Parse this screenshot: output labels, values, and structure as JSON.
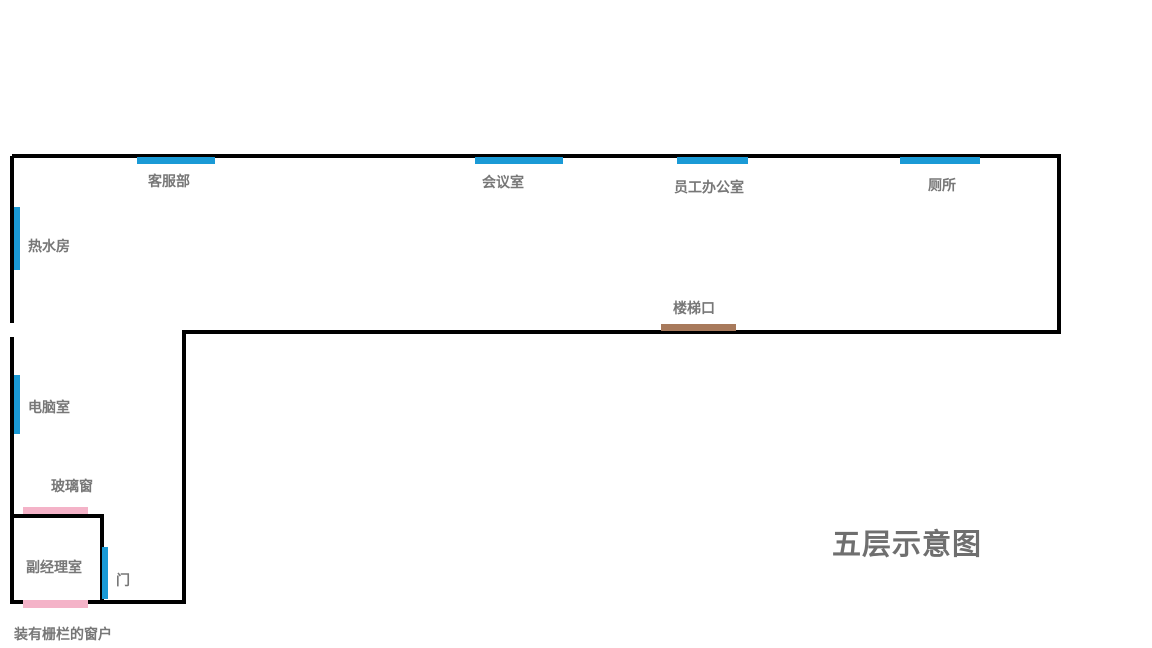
{
  "diagram": {
    "title": "五层示意图",
    "colors": {
      "wall": "#000000",
      "door": "#1a9ad6",
      "glass_window": "#f4b3c8",
      "stairs": "#a87a5c",
      "text": "#777777"
    },
    "rooms": {
      "customer_service": "客服部",
      "meeting_room": "会议室",
      "staff_office": "员工办公室",
      "toilet": "厕所",
      "hot_water_room": "热水房",
      "stairway": "楼梯口",
      "computer_room": "电脑室",
      "glass_window": "玻璃窗",
      "deputy_manager_office": "副经理室",
      "door": "门",
      "barred_window": "装有栅栏的窗户"
    }
  }
}
